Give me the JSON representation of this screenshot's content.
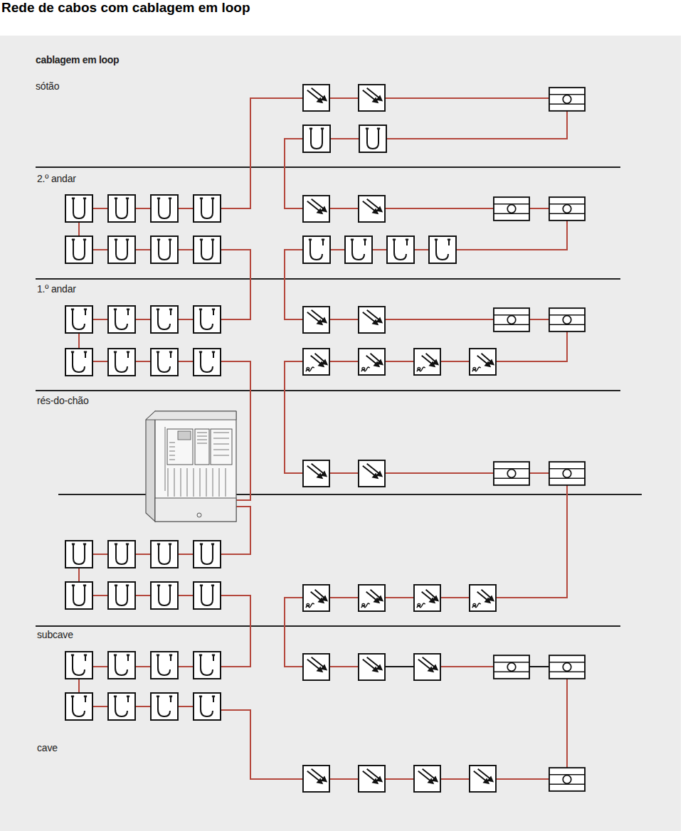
{
  "diagram": {
    "title": "Rede de cabos com cablagem em loop",
    "labels": [
      "cablagem em loop",
      "sótão",
      "2.º andar",
      "1.º andar",
      "rés-do-chão",
      "subcave",
      "cave"
    ]
  }
}
